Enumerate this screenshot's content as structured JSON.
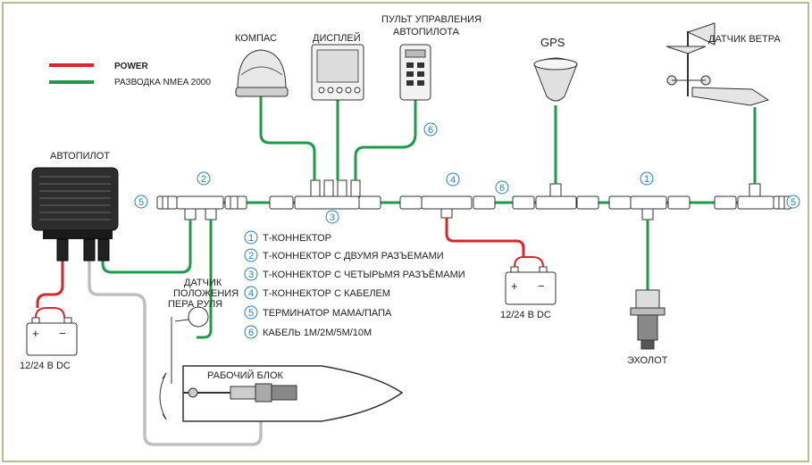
{
  "legend": {
    "power_label": "POWER",
    "nmea_label": "РАЗВОДКА NMEA 2000",
    "power_color": "#d9262e",
    "nmea_color": "#1f9a48"
  },
  "devices": {
    "compass": "КОМПАС",
    "display": "ДИСПЛЕЙ",
    "remote_line1": "ПУЛЬТ УПРАВЛЕНИЯ",
    "remote_line2": "АВТОПИЛОТА",
    "gps": "GPS",
    "wind": "ДАТЧИК ВЕТРА",
    "autopilot": "АВТОПИЛОТ",
    "rudder_line1": "ДАТЧИК",
    "rudder_line2": "ПОЛОЖЕНИЯ",
    "rudder_line3": "ПЕРА РУЛЯ",
    "drive": "РАБОЧИЙ БЛОК",
    "echo": "ЭХОЛОТ",
    "battery_left": "12/24 В DC",
    "battery_mid": "12/24 В DC",
    "plus": "+",
    "minus": "−"
  },
  "key": [
    {
      "num": "1",
      "text": "Т-КОННЕКТОР"
    },
    {
      "num": "2",
      "text": "Т-КОННЕКТОР С ДВУМЯ РАЗЪЕМАМИ"
    },
    {
      "num": "3",
      "text": "Т-КОННЕКТОР С ЧЕТЫРЬМЯ РАЗЪЁМАМИ"
    },
    {
      "num": "4",
      "text": "Т-КОННЕКТОР С КАБЕЛЕМ"
    },
    {
      "num": "5",
      "text": "ТЕРМИНАТОР МАМА/ПАПА"
    },
    {
      "num": "6",
      "text": "КАБЕЛЬ 1М/2М/5М/10М"
    }
  ],
  "markers": {
    "m5_left": "5",
    "m2": "2",
    "m3": "3",
    "m6_remote": "6",
    "m4": "4",
    "m6_bus": "6",
    "m1": "1",
    "m5_right": "5"
  }
}
